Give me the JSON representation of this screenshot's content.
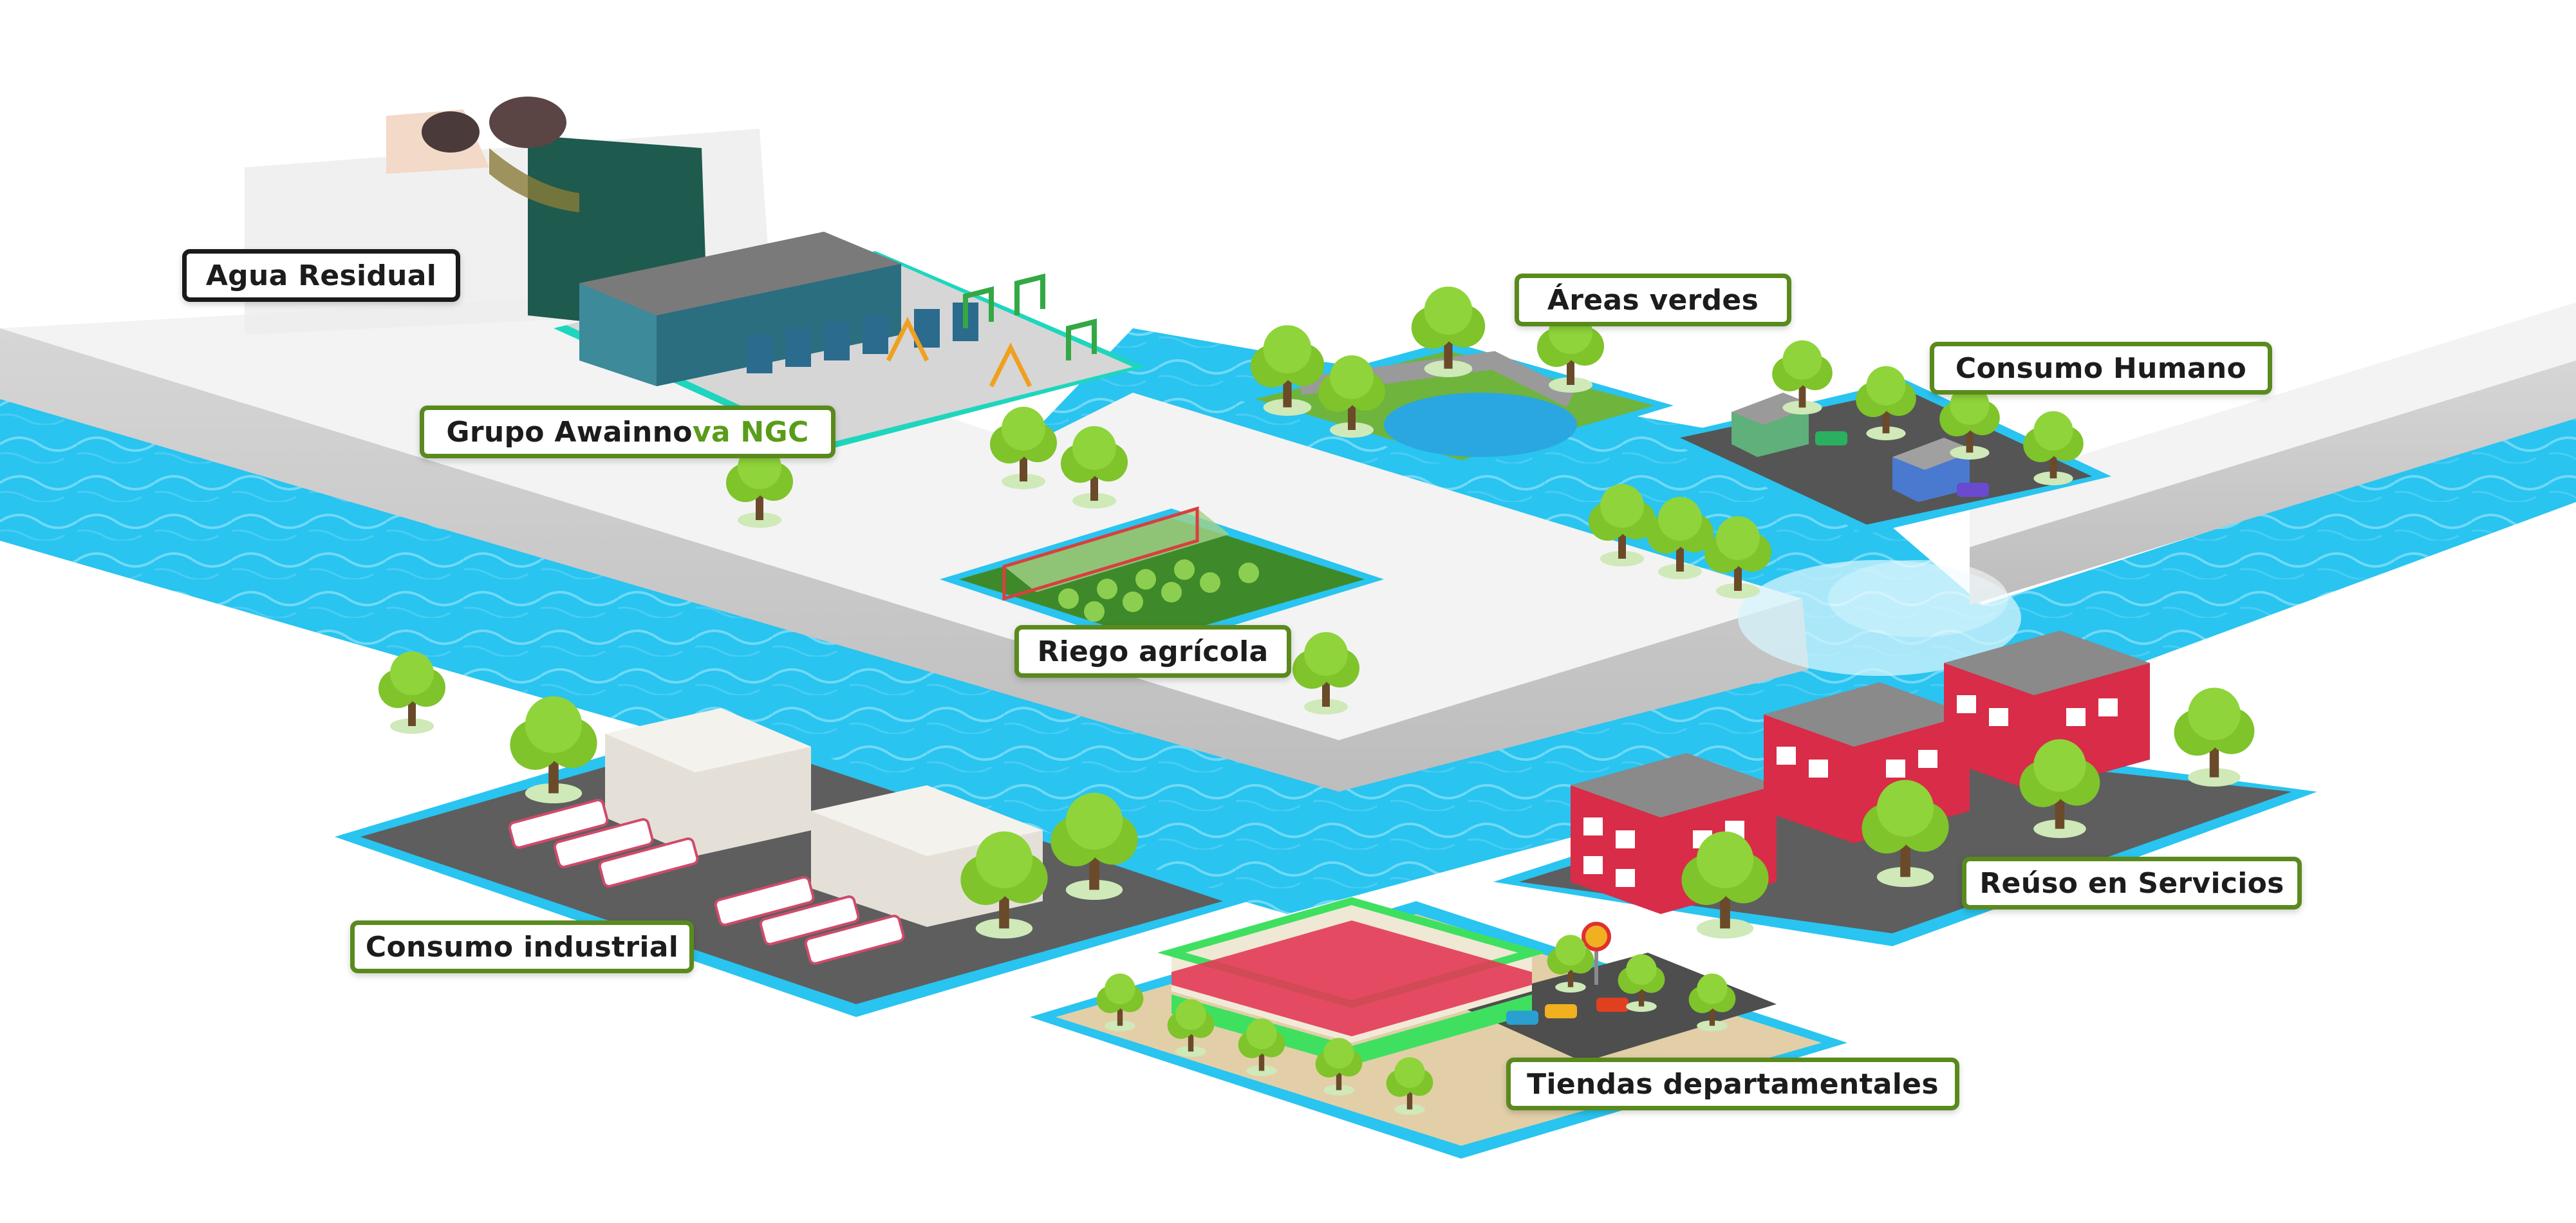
{
  "labels": {
    "agua_residual": "Agua Residual",
    "grupo_part1": "Grupo Awainno",
    "grupo_part2": "va NGC",
    "areas_verdes": "Áreas verdes",
    "consumo_humano": "Consumo Humano",
    "riego_agricola": "Riego agrícola",
    "consumo_industrial": "Consumo industrial",
    "reuso_servicios": "Reúso en Servicios",
    "tiendas": "Tiendas departamentales"
  },
  "colors": {
    "water": "#29c4f0",
    "water_light": "#7fdcf8",
    "platform_top": "#f2f2f2",
    "platform_side": "#c9c9c9",
    "label_border": "#5a8a1e",
    "label_border_dark": "#1a1a1a",
    "accent_text": "#5a9c1a",
    "tree": "#7ec42a",
    "building_red": "#d82c48",
    "asphalt": "#5e5e5e",
    "grass": "#6fb43c"
  }
}
